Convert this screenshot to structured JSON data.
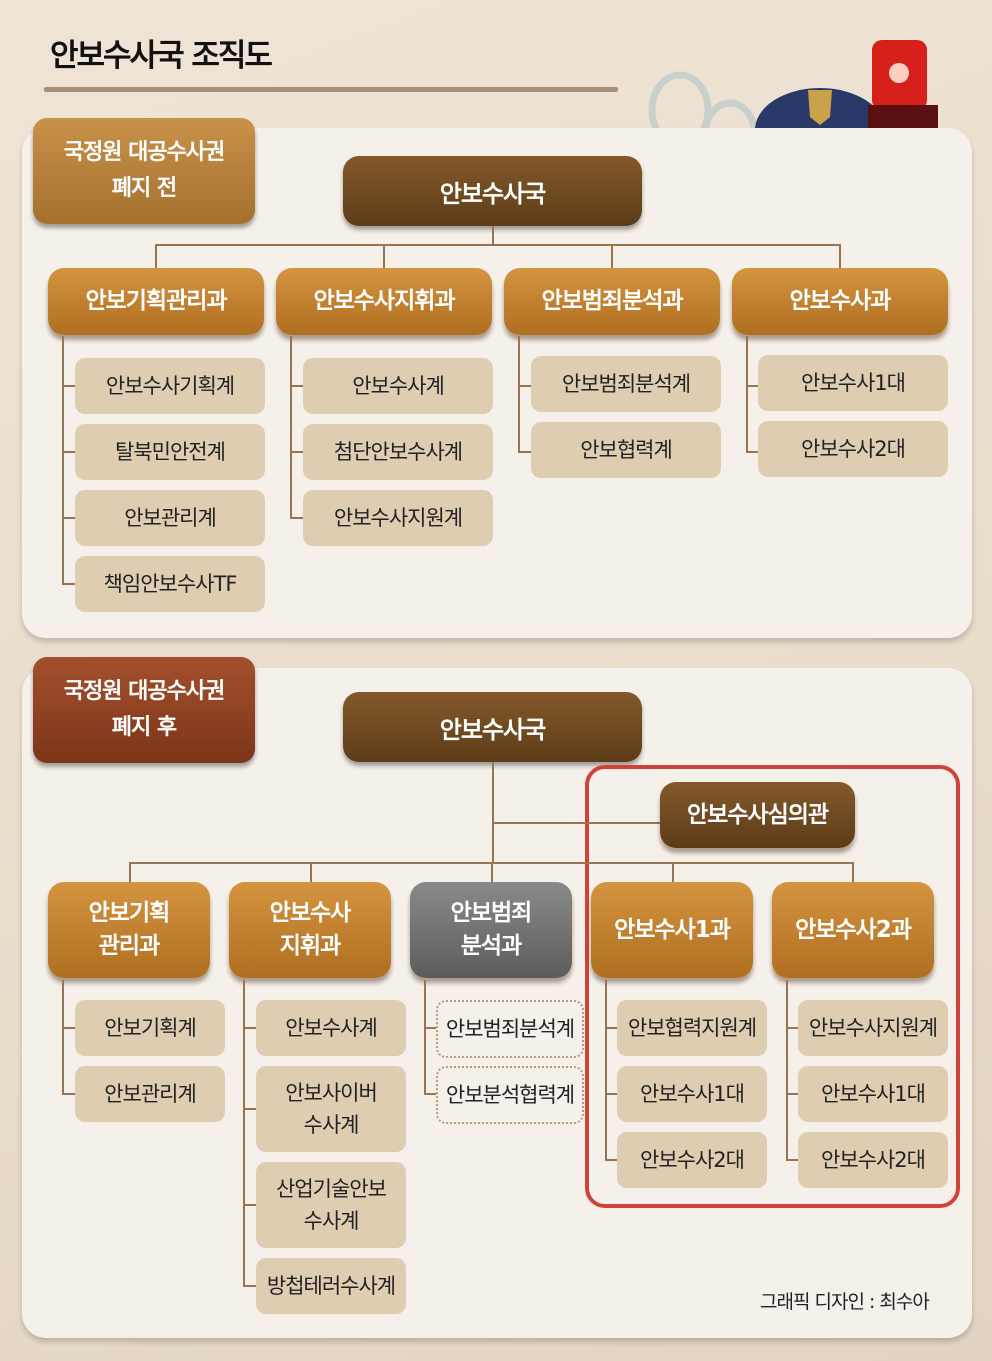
{
  "title": "안보수사국 조직도",
  "before": {
    "tab": [
      "국정원 대공수사권",
      "폐지 전"
    ],
    "head": "안보수사국",
    "depts": [
      {
        "name": "안보기획관리과",
        "items": [
          "안보수사기획계",
          "탈북민안전계",
          "안보관리계",
          "책임안보수사TF"
        ]
      },
      {
        "name": "안보수사지휘과",
        "items": [
          "안보수사계",
          "첨단안보수사계",
          "안보수사지원계"
        ]
      },
      {
        "name": "안보범죄분석과",
        "items": [
          "안보범죄분석계",
          "안보협력계"
        ]
      },
      {
        "name": "안보수사과",
        "items": [
          "안보수사1대",
          "안보수사2대"
        ]
      }
    ]
  },
  "after": {
    "tab": [
      "국정원 대공수사권",
      "폐지 후"
    ],
    "head": "안보수사국",
    "deputy": "안보수사심의관",
    "depts": [
      {
        "name": [
          "안보기획",
          "관리과"
        ],
        "items": [
          "안보기획계",
          "안보관리계"
        ]
      },
      {
        "name": [
          "안보수사",
          "지휘과"
        ],
        "items": [
          "안보수사계",
          [
            "안보사이버",
            "수사계"
          ],
          [
            "산업기술안보",
            "수사계"
          ],
          "방첩테러수사계"
        ]
      },
      {
        "name": [
          "안보범죄",
          "분석과"
        ],
        "items": [
          "안보범죄분석계",
          "안보분석협력계"
        ]
      },
      {
        "name": [
          "안보수사1과"
        ],
        "items": [
          "안보협력지원계",
          "안보수사1대",
          "안보수사2대"
        ]
      },
      {
        "name": [
          "안보수사2과"
        ],
        "items": [
          "안보수사지원계",
          "안보수사1대",
          "안보수사2대"
        ]
      }
    ]
  },
  "credit": "그래픽 디자인 : 최수아",
  "colors": {
    "dept": "#c07d2a",
    "head": "#6b4a22",
    "gray": "#6d6d6d",
    "highlight": "#d0413a"
  }
}
